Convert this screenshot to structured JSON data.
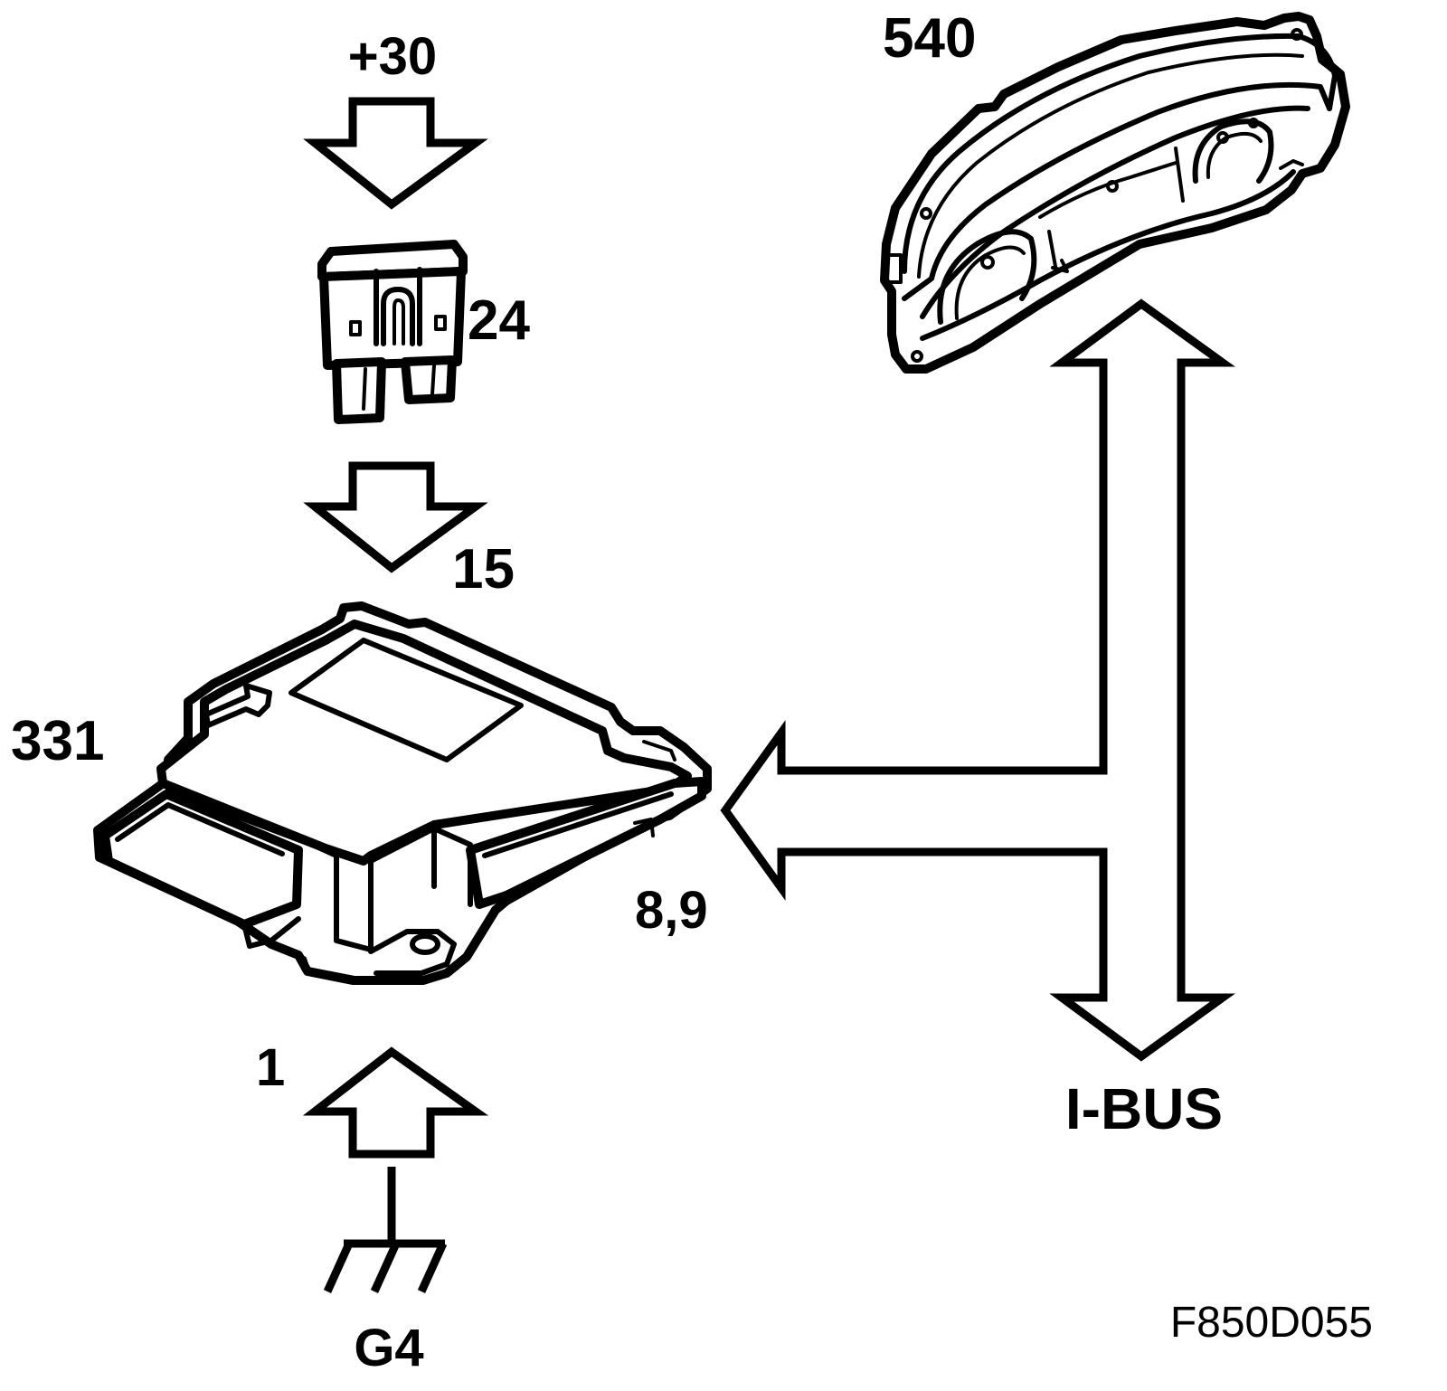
{
  "labels": {
    "supply": "+30",
    "fuse": "24",
    "fuse_output_pin": "15",
    "control_unit": "331",
    "bus_pins": "8,9",
    "ground_pin": "1",
    "ground_point": "G4",
    "instrument_cluster": "540",
    "bus": "I-BUS",
    "figure_id": "F850D055"
  }
}
